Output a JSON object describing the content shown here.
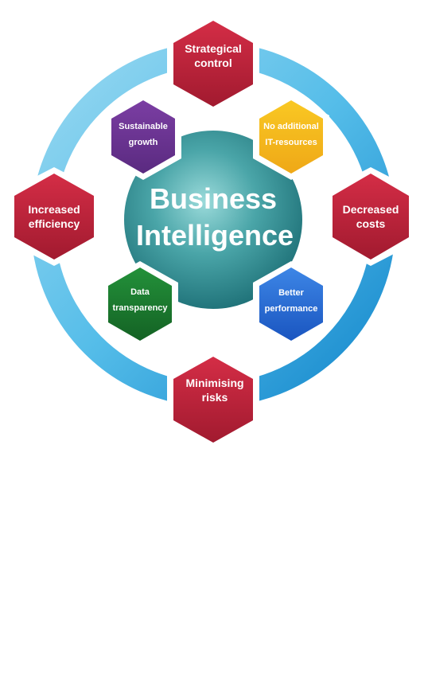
{
  "diagram": {
    "center": {
      "line1": "Business",
      "line2": "Intelligence"
    },
    "outer_nodes": {
      "top": {
        "line1": "Strategical",
        "line2": "control",
        "color": "#c0213a"
      },
      "left": {
        "line1": "Increased",
        "line2": "efficiency",
        "color": "#c0213a"
      },
      "right": {
        "line1": "Decreased",
        "line2": "costs",
        "color": "#c0213a"
      },
      "bottom": {
        "line1": "Minimising",
        "line2": "risks",
        "color": "#c0213a"
      }
    },
    "inner_nodes": {
      "top_left": {
        "line1": "Sustainable",
        "line2": "growth",
        "color": "#6e3593"
      },
      "top_right": {
        "line1": "No additional",
        "line2": "IT-resources",
        "color": "#f5b81c"
      },
      "bottom_left": {
        "line1": "Data",
        "line2": "transparency",
        "color": "#1d7a2c"
      },
      "bottom_right": {
        "line1": "Better",
        "line2": "performance",
        "color": "#2a6fd6"
      }
    },
    "colors": {
      "ring_light": "#8fd4ef",
      "ring_mid": "#3fb4e6",
      "ring_dark": "#1a8fd0",
      "center_light": "#8fd3d3",
      "center_dark": "#1f7f87"
    }
  }
}
